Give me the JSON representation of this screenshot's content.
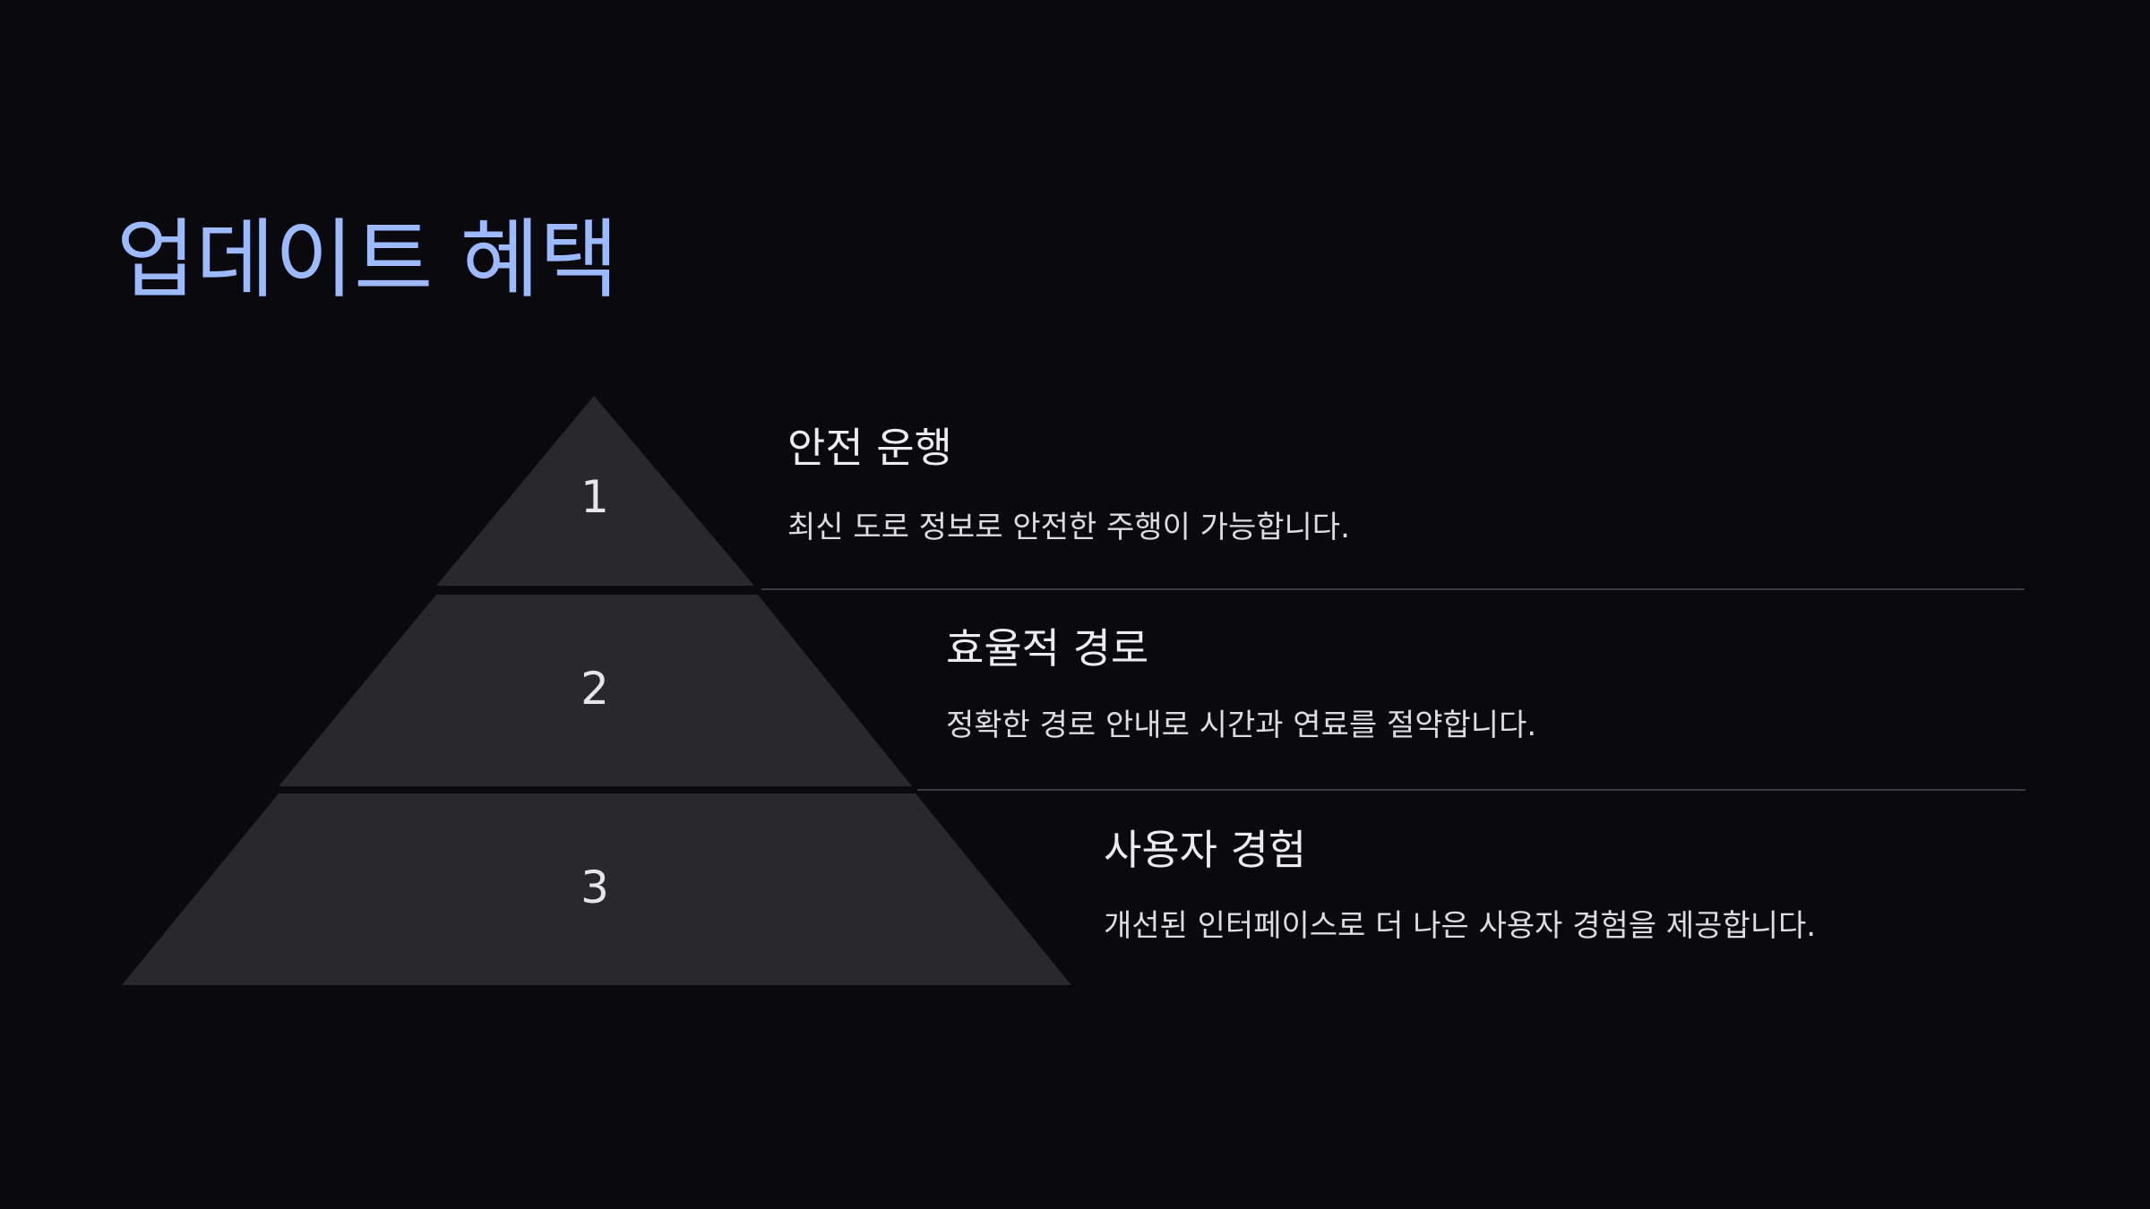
{
  "title": "업데이트 혜택",
  "colors": {
    "background": "#09090e",
    "title": "#9db9ff",
    "pyramid_fill": "#28282d",
    "divider": "#3a3a42"
  },
  "levels": [
    {
      "number": "1",
      "title": "안전 운행",
      "description": "최신 도로 정보로 안전한 주행이 가능합니다."
    },
    {
      "number": "2",
      "title": "효율적 경로",
      "description": "정확한 경로 안내로 시간과 연료를 절약합니다."
    },
    {
      "number": "3",
      "title": "사용자 경험",
      "description": "개선된 인터페이스로 더 나은 사용자 경험을 제공합니다."
    }
  ]
}
